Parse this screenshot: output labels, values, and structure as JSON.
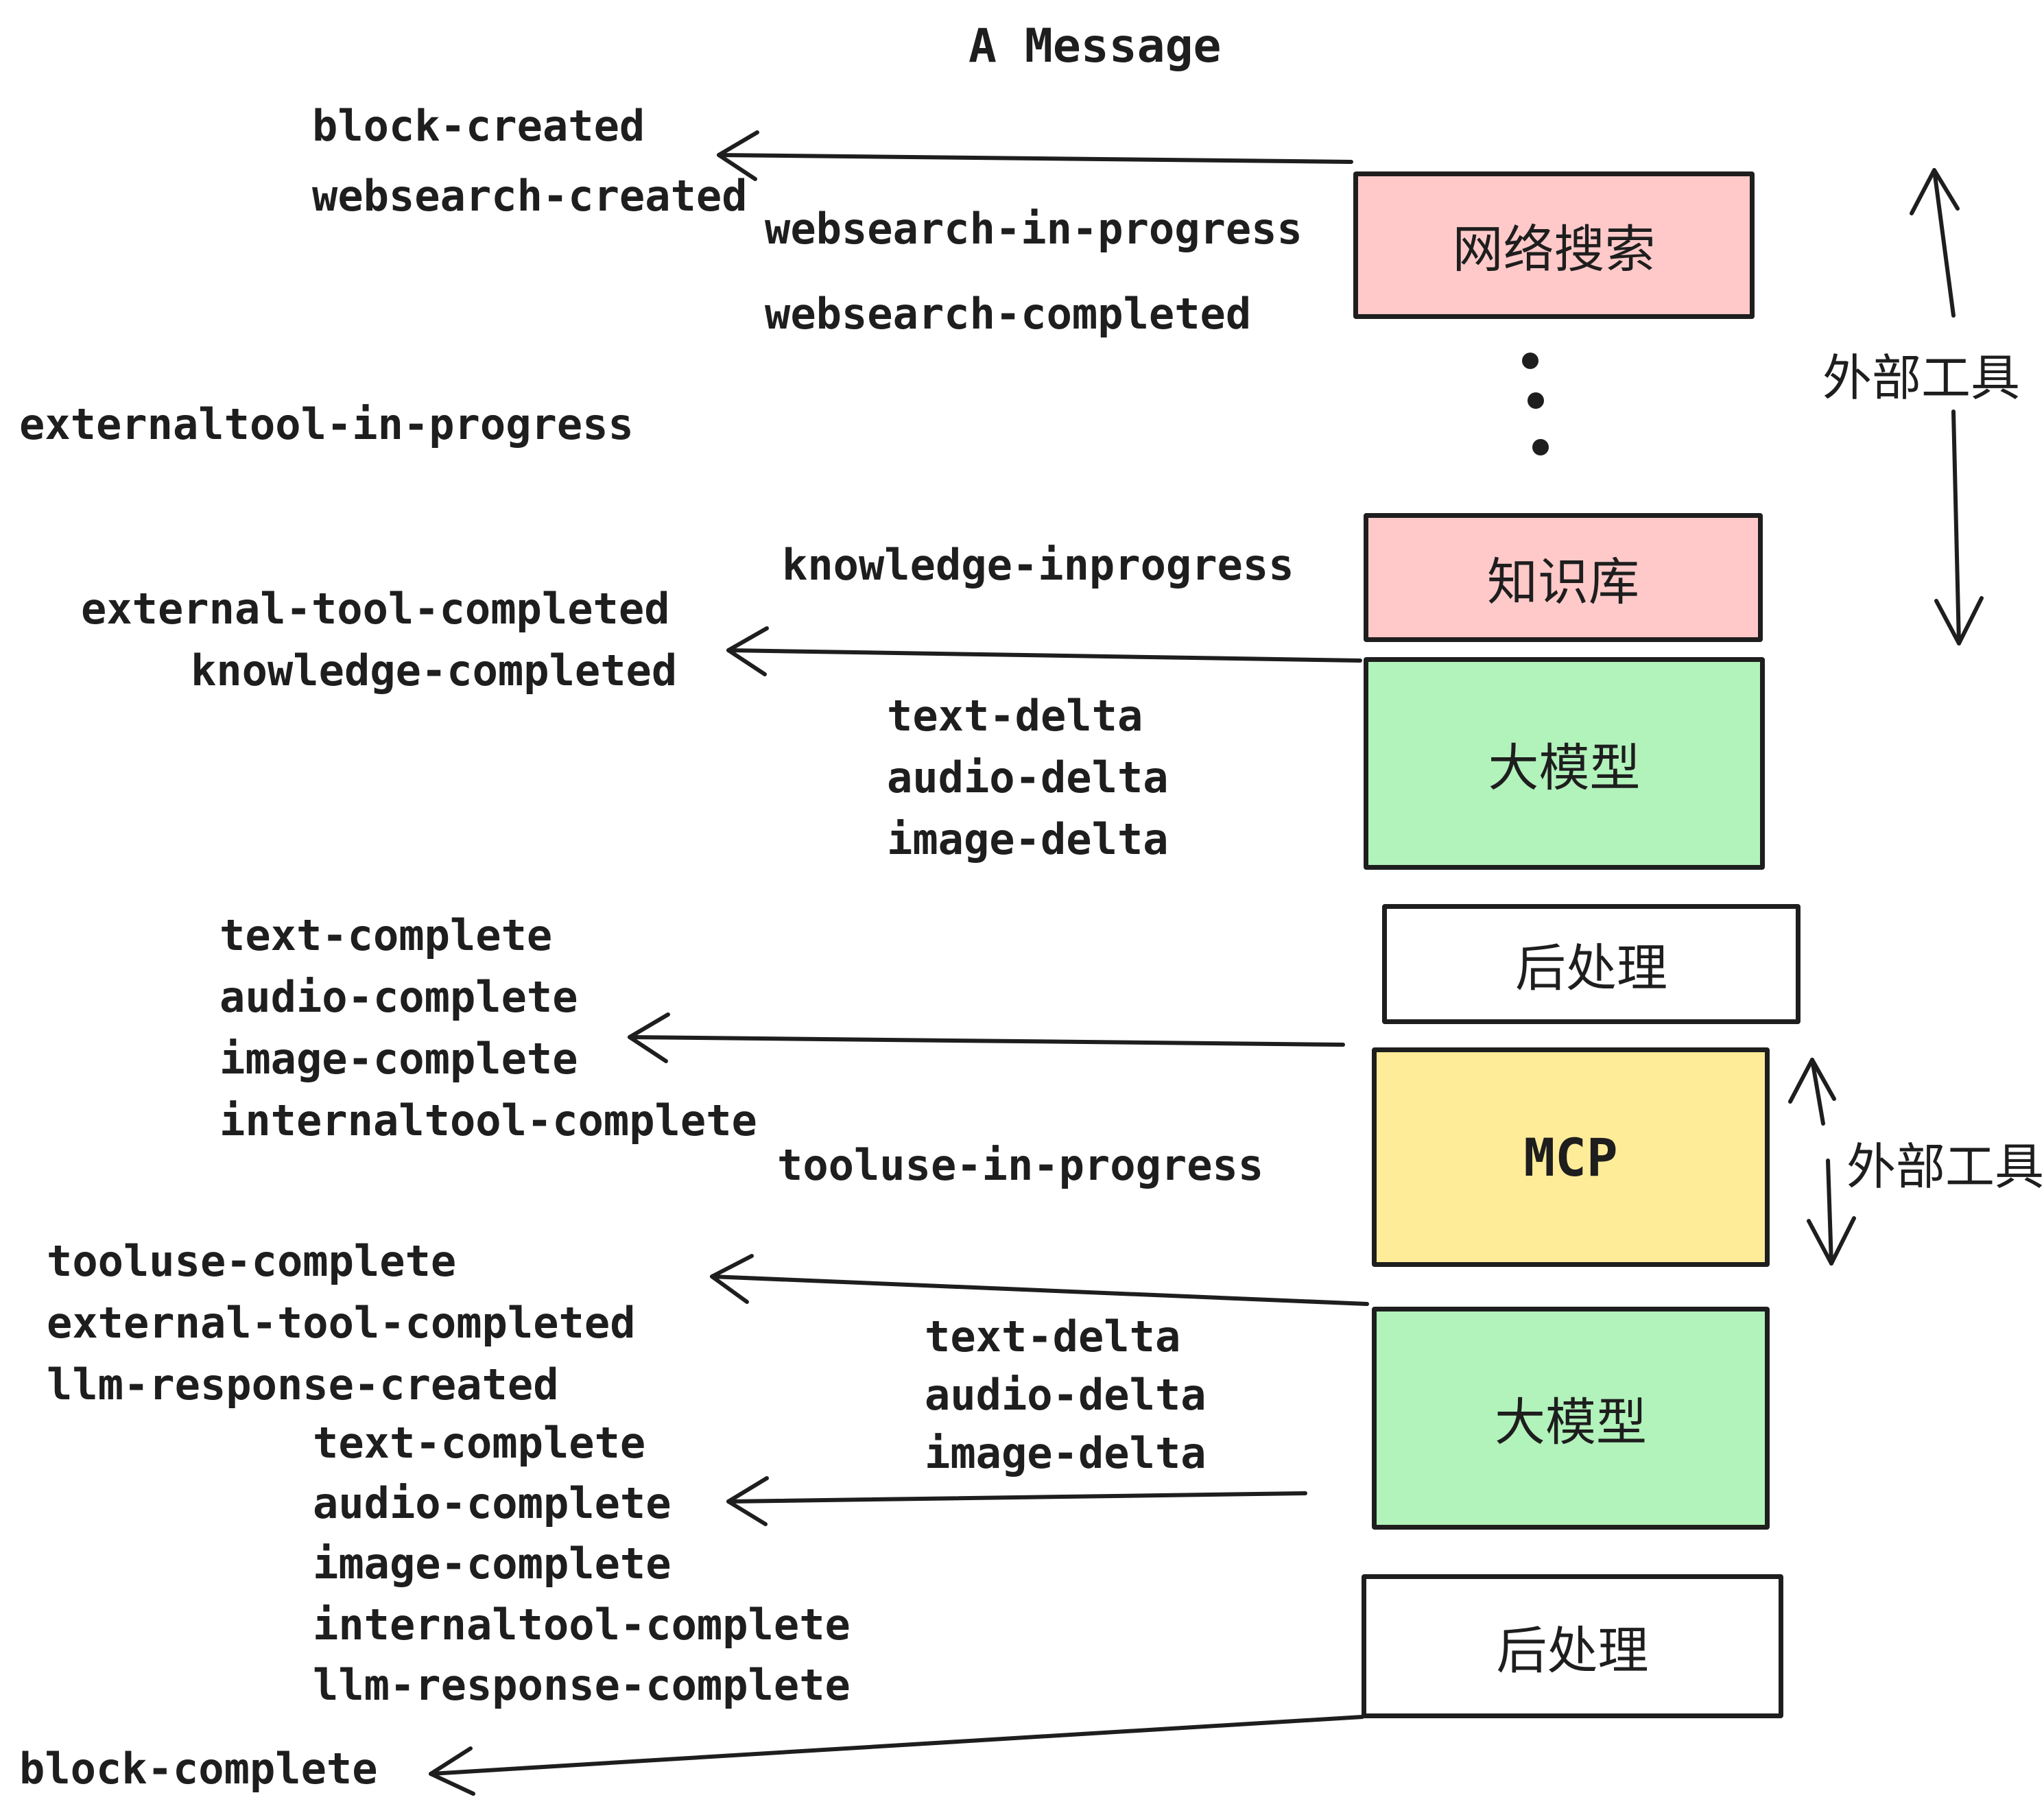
{
  "title": "A Message",
  "colors": {
    "pink": "#ffc9c9",
    "green": "#b2f2bb",
    "yellow": "#ffec99",
    "stroke": "#1e1e1e",
    "background": "#ffffff"
  },
  "boxes": {
    "websearch": "网络搜索",
    "knowledge": "知识库",
    "llm1": "大模型",
    "post1": "后处理",
    "mcp": "MCP",
    "llm2": "大模型",
    "post2": "后处理"
  },
  "annotations": {
    "external_tools_top": "外部工具",
    "external_tools_mid": "外部工具"
  },
  "events": {
    "block_created": "block-created",
    "websearch_created": "websearch-created",
    "websearch_in_progress": "websearch-in-progress",
    "websearch_completed": "websearch-completed",
    "externaltool_in_progress": "externaltool-in-progress",
    "knowledge_inprogress": "knowledge-inprogress",
    "external_tool_completed": "external-tool-completed",
    "knowledge_completed": "knowledge-completed",
    "text_delta": "text-delta",
    "audio_delta": "audio-delta",
    "image_delta": "image-delta",
    "text_complete": "text-complete",
    "audio_complete": "audio-complete",
    "image_complete": "image-complete",
    "internaltool_complete": "internaltool-complete",
    "tooluse_in_progress": "tooluse-in-progress",
    "tooluse_complete": "tooluse-complete",
    "external_tool_completed_2": "external-tool-completed",
    "llm_response_created": "llm-response-created",
    "text_delta_2": "text-delta",
    "audio_delta_2": "audio-delta",
    "image_delta_2": "image-delta",
    "text_complete_2": "text-complete",
    "audio_complete_2": "audio-complete",
    "image_complete_2": "image-complete",
    "internaltool_complete_2": "internaltool-complete",
    "llm_response_complete": "llm-response-complete",
    "block_complete": "block-complete"
  }
}
